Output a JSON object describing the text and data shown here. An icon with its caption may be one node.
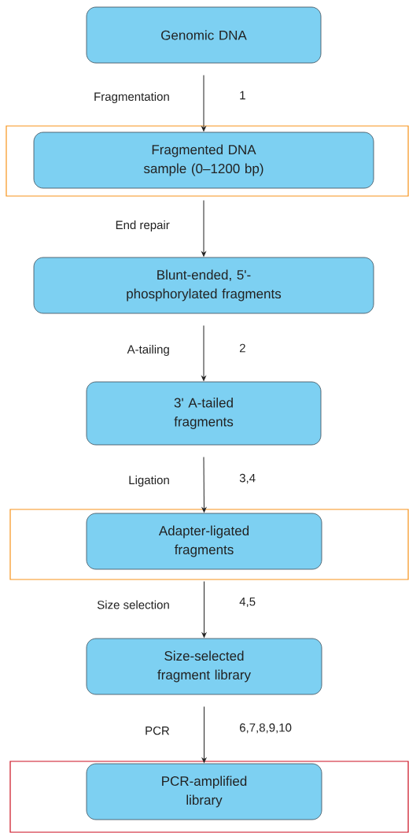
{
  "diagram": {
    "nodes": [
      {
        "text": [
          "Genomic DNA"
        ]
      },
      {
        "text": [],
        "shape": "box"
      },
      {
        "text": [
          "Fragmented DNA sample (0–1200 bp)"
        ],
        "in": 1
      },
      {
        "text": [
          "Blunt-ended, 5'- phosphorylated fragments"
        ]
      },
      {
        "text": [
          "3' A-tailed fragments"
        ]
      },
      {
        "text": [],
        "shape": "box"
      },
      {
        "text": [
          "Adapter-ligated fragments"
        ],
        "in": 5
      },
      {
        "text": [
          "Size-selected fragment library"
        ]
      },
      {
        "text": [],
        "shape": "box"
      },
      {
        "text": [
          "PCR-amplified library"
        ],
        "in": 8
      }
    ],
    "edges": [
      {
        "from": 0,
        "to": 2,
        "arrow": "to",
        "label": "Fragmentation"
      },
      {
        "from": 2,
        "to": 3,
        "arrow": "to",
        "label": "End repair"
      },
      {
        "from": 3,
        "to": 4,
        "arrow": "to",
        "label": "A-tailing"
      },
      {
        "from": 4,
        "to": 6,
        "arrow": "to",
        "label": "Ligation"
      },
      {
        "from": 6,
        "to": 7,
        "arrow": "to",
        "label": "Size selection"
      },
      {
        "from": 7,
        "to": 9,
        "arrow": "to",
        "label": "PCR"
      }
    ],
    "labels": [
      "1",
      "2",
      "3,4",
      "4,5",
      "6,7,8,9,10"
    ]
  }
}
